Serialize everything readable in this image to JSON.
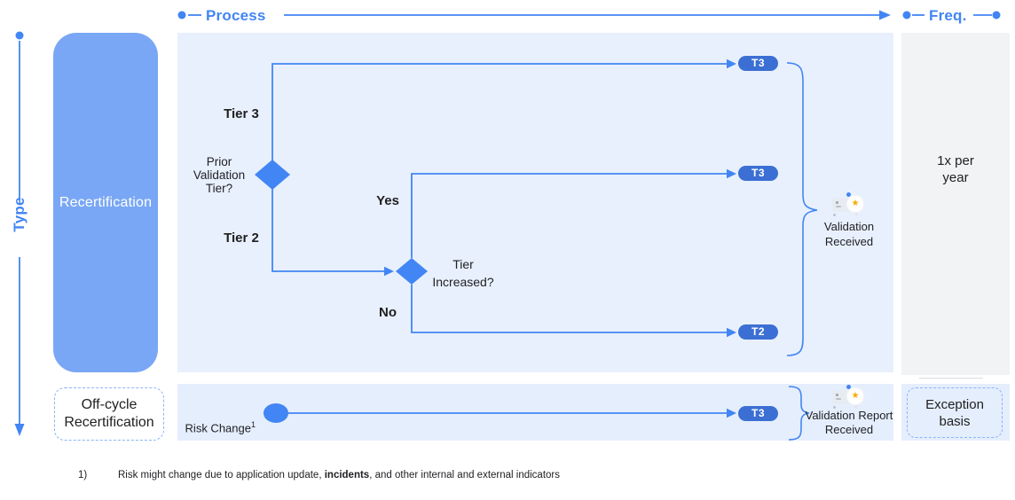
{
  "header": {
    "process_label": "Process",
    "freq_label": "Freq."
  },
  "axis": {
    "type_label": "Type"
  },
  "type_column": {
    "recertification_label": "Recertification",
    "offcycle_label": "Off-cycle\nRecertification"
  },
  "flow": {
    "prior_question": "Prior\nValidation\nTier?",
    "branch_tier3": "Tier 3",
    "branch_tier2": "Tier 2",
    "tier_increased_question": "Tier\nIncreased?",
    "branch_yes": "Yes",
    "branch_no": "No",
    "pills": {
      "top": "T3",
      "middle": "T3",
      "bottom": "T2",
      "offcycle": "T3"
    },
    "validation_received": "Validation\nReceived",
    "validation_report_received": "Validation Report\nReceived",
    "risk_change_label": "Risk Change",
    "risk_change_sup": "1",
    "award_icon_star": "★"
  },
  "frequency": {
    "yearly": "1x per\nyear",
    "exception": "Exception\nbasis"
  },
  "footnote": {
    "marker": "1)",
    "text_pre": "Risk might change due to application update, ",
    "text_bold": "incidents",
    "text_post": ", and other internal and external indicators"
  },
  "colors": {
    "accent_blue": "#4285f4",
    "pill_blue": "#3b6fd3",
    "box_blue": "#79a7f5",
    "main_bg": "#e8f0fe",
    "freq_bg": "#f1f3f4",
    "row_bg": "#e5eefd",
    "star_gold": "#f9ab00"
  }
}
